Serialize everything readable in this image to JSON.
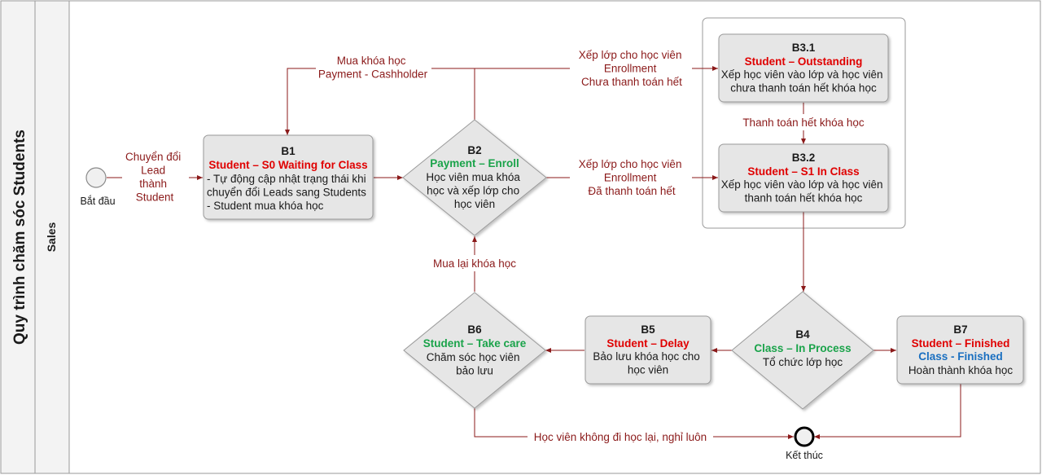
{
  "pool": {
    "title": "Quy trình chăm sóc Students"
  },
  "lane": {
    "title": "Sales"
  },
  "start": {
    "label": "Bắt đầu"
  },
  "end": {
    "label": "Kết thúc"
  },
  "nodes": {
    "b1": {
      "id": "B1",
      "subtitle": "Student – S0 Waiting for Class",
      "lines": [
        "- Tự động cập nhật trạng thái khi",
        "chuyển đổi Leads sang Students",
        "- Student mua khóa học"
      ]
    },
    "b2": {
      "id": "B2",
      "subtitle": "Payment – Enroll",
      "lines": [
        "Học viên mua khóa",
        "học và xếp lớp cho",
        "học viên"
      ]
    },
    "b31": {
      "id": "B3.1",
      "subtitle": "Student – Outstanding",
      "lines": [
        "Xếp học viên vào lớp và học viên",
        "chưa thanh toán hết khóa học"
      ]
    },
    "b32": {
      "id": "B3.2",
      "subtitle": "Student – S1 In Class",
      "lines": [
        "Xếp học viên vào lớp và học viên",
        "thanh toán hết khóa học"
      ]
    },
    "b4": {
      "id": "B4",
      "subtitle": "Class – In Process",
      "lines": [
        "Tổ chức lớp học"
      ]
    },
    "b5": {
      "id": "B5",
      "subtitle": "Student – Delay",
      "lines": [
        "Bảo lưu khóa học cho",
        "học viên"
      ]
    },
    "b6": {
      "id": "B6",
      "subtitle": "Student – Take care",
      "lines": [
        "Chăm sóc học viên",
        "bảo lưu"
      ]
    },
    "b7": {
      "id": "B7",
      "subtitle": "Student – Finished",
      "subtitle2": "Class - Finished",
      "lines": [
        "Hoàn thành khóa học"
      ]
    }
  },
  "edges": {
    "start_b1": [
      "Chuyển đổi",
      "Lead",
      "thành",
      "Student"
    ],
    "b2_b1": [
      "Mua khóa học",
      "Payment - Cashholder"
    ],
    "b2_b31": [
      "Xếp lớp cho học viên",
      "Enrollment",
      "Chưa thanh toán hết"
    ],
    "b2_b32": [
      "Xếp lớp cho học viên",
      "Enrollment",
      "Đã  thanh toán hết"
    ],
    "b31_b32": [
      "Thanh toán hết khóa học"
    ],
    "b6_b2": [
      "Mua lại khóa học"
    ],
    "b6_end": [
      "Học viên không đi học lại, nghỉ luôn"
    ]
  },
  "colors": {
    "edge": "#8b1a1a",
    "red": "#e00000",
    "green": "#1aa34a",
    "blue": "#1a6fc0",
    "box_fill": "#e6e6e6",
    "box_stroke": "#9a9a9a"
  }
}
